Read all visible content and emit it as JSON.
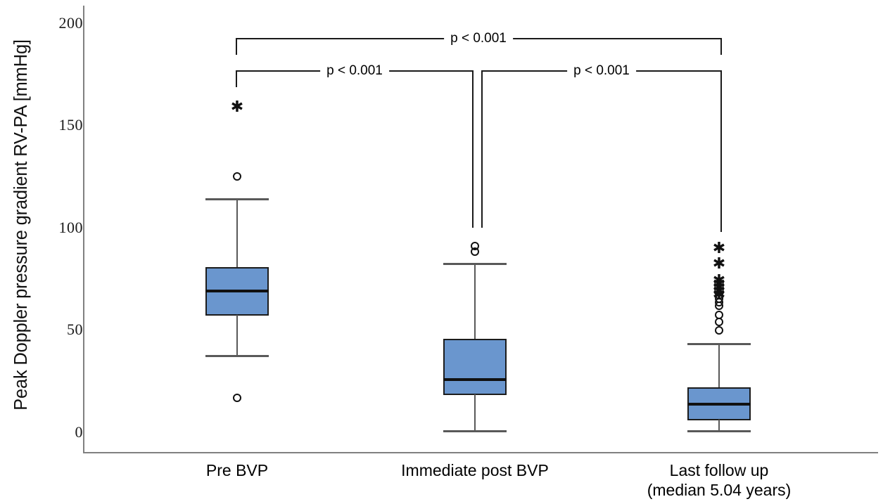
{
  "chart_data": {
    "type": "box",
    "title": "",
    "xlabel": "",
    "ylabel": "Peak Doppler pressure gradient RV-PA [mmHg]",
    "ylim": [
      0,
      205
    ],
    "yticks": [
      0,
      50,
      100,
      150,
      200
    ],
    "ytick_labels": [
      "0",
      "50",
      "100",
      "150",
      "200"
    ],
    "grid": false,
    "legend": "none",
    "categories": [
      "Pre BVP",
      "Immediate post BVP",
      "Last follow up\n(median 5.04 years)"
    ],
    "category_labels": [
      {
        "line1": "Pre BVP",
        "line2": ""
      },
      {
        "line1": "Immediate post BVP",
        "line2": ""
      },
      {
        "line1": "Last follow up",
        "line2": "(median 5.04 years)"
      }
    ],
    "boxes": [
      {
        "name": "Pre BVP",
        "whisker_low": 37.5,
        "q1": 57.5,
        "median": 69,
        "q3": 80.5,
        "whisker_high": 114,
        "outliers_circle": [
          125,
          17
        ],
        "outliers_star": [
          159
        ]
      },
      {
        "name": "Immediate post BVP",
        "whisker_low": 1,
        "q1": 19,
        "median": 26.5,
        "q3": 45.5,
        "whisker_high": 82,
        "outliers_circle": [
          91,
          88.5
        ],
        "outliers_star": []
      },
      {
        "name": "Last follow up (median 5.04 years)",
        "whisker_low": 1,
        "q1": 6,
        "median": 14,
        "q3": 22,
        "whisker_high": 43.5,
        "outliers_circle": [
          68.5,
          67,
          65.5,
          64,
          62,
          57.5,
          55,
          50.5
        ],
        "outliers_star": [
          90,
          82.5,
          75,
          73.5,
          72,
          70.5,
          69
        ]
      }
    ],
    "annotations": [
      {
        "id": "pre-vs-last",
        "text": "p < 0.001",
        "from": "Pre BVP",
        "to": "Last follow up"
      },
      {
        "id": "pre-vs-immediate",
        "text": "p < 0.001",
        "from": "Pre BVP",
        "to": "Immediate post BVP"
      },
      {
        "id": "immediate-vs-last",
        "text": "p < 0.001",
        "from": "Immediate post BVP",
        "to": "Last follow up"
      }
    ],
    "colors": {
      "box_fill": "#6a96ce",
      "box_border": "#1c1c1c",
      "median": "#111111",
      "whisker": "#595959",
      "axis": "#808080",
      "annotation": "#1a1a1a"
    }
  }
}
